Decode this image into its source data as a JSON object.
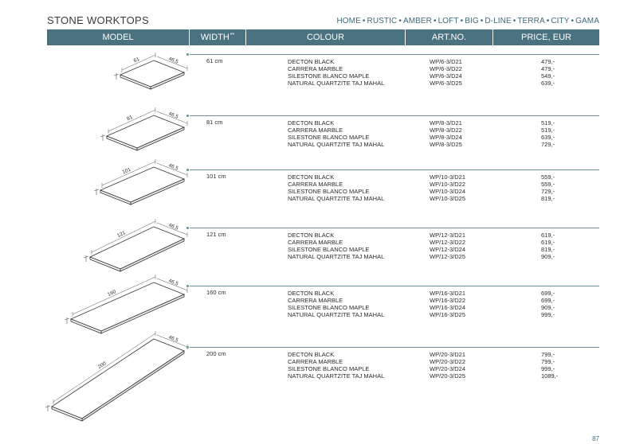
{
  "page": {
    "title": "STONE WORKTOPS",
    "collections": [
      "HOME",
      "RUSTIC",
      "AMBER",
      "LOFT",
      "BIG",
      "D-LINE",
      "TERRA",
      "CITY",
      "GAMA"
    ],
    "page_number": "87"
  },
  "table": {
    "headers": {
      "model": "MODEL",
      "width": "WIDTH",
      "width_note": "**",
      "colour": "COLOUR",
      "artno": "ART.NO.",
      "price": "PRICE, EUR"
    },
    "depth_label": "46,5",
    "rows": [
      {
        "width": "61 cm",
        "length_label": "61",
        "colours": [
          "DECTON BLACK",
          "CARRERA MARBLE",
          "SILESTONE BLANCO MAPLE",
          "NATURAL QUARTZITE TAJ MAHAL"
        ],
        "artnos": [
          "WP/6-3/D21",
          "WP/6-3/D22",
          "WP/6-3/D24",
          "WP/6-3/D25"
        ],
        "prices": [
          "479,-",
          "479,-",
          "549,-",
          "639,-"
        ]
      },
      {
        "width": "81 cm",
        "length_label": "81",
        "colours": [
          "DECTON BLACK",
          "CARRERA MARBLE",
          "SILESTONE BLANCO MAPLE",
          "NATURAL QUARTZITE TAJ MAHAL"
        ],
        "artnos": [
          "WP/8-3/D21",
          "WP/8-3/D22",
          "WP/8-3/D24",
          "WP/8-3/D25"
        ],
        "prices": [
          "519,-",
          "519,-",
          "639,-",
          "729,-"
        ]
      },
      {
        "width": "101 cm",
        "length_label": "101",
        "colours": [
          "DECTON BLACK",
          "CARRERA MARBLE",
          "SILESTONE BLANCO MAPLE",
          "NATURAL QUARTZITE TAJ MAHAL"
        ],
        "artnos": [
          "WP/10-3/D21",
          "WP/10-3/D22",
          "WP/10-3/D24",
          "WP/10-3/D25"
        ],
        "prices": [
          "559,-",
          "559,-",
          "729,-",
          "819,-"
        ]
      },
      {
        "width": "121 cm",
        "length_label": "121",
        "colours": [
          "DECTON BLACK",
          "CARRERA MARBLE",
          "SILESTONE BLANCO MAPLE",
          "NATURAL QUARTZITE TAJ MAHAL"
        ],
        "artnos": [
          "WP/12-3/D21",
          "WP/12-3/D22",
          "WP/12-3/D24",
          "WP/12-3/D25"
        ],
        "prices": [
          "619,-",
          "619,-",
          "819,-",
          "909,-"
        ]
      },
      {
        "width": "160 cm",
        "length_label": "160",
        "colours": [
          "DECTON BLACK",
          "CARRERA MARBLE",
          "SILESTONE BLANCO MAPLE",
          "NATURAL QUARTZITE TAJ MAHAL"
        ],
        "artnos": [
          "WP/16-3/D21",
          "WP/16-3/D22",
          "WP/16-3/D24",
          "WP/16-3/D25"
        ],
        "prices": [
          "699,-",
          "699,-",
          "909,-",
          "999,-"
        ]
      },
      {
        "width": "200 cm",
        "length_label": "200",
        "colours": [
          "DECTON BLACK",
          "CARRERA MARBLE",
          "SILESTONE BLANCO MAPLE",
          "NATURAL QUARTZITE TAJ MAHAL"
        ],
        "artnos": [
          "WP/20-3/D21",
          "WP/20-3/D22",
          "WP/20-3/D24",
          "WP/20-3/D25"
        ],
        "prices": [
          "799,-",
          "799,-",
          "999,-",
          "1089,-"
        ]
      }
    ]
  },
  "colors": {
    "header_bg": "#4b7280",
    "accent": "#3f6a78",
    "rule": "#6f8f99"
  }
}
